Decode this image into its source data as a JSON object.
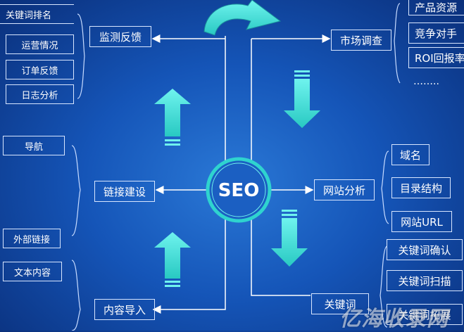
{
  "center": {
    "label": "SEO"
  },
  "nodes": {
    "monitor_feedback": "监测反馈",
    "market_research": "市场调查",
    "link_building": "链接建设",
    "site_analysis": "网站分析",
    "content_import": "内容导入",
    "keywords": "关键词"
  },
  "monitor_items": [
    "关键词排名",
    "运营情况",
    "订单反馈",
    "日志分析"
  ],
  "market_items": [
    "产品资源",
    "竞争对手",
    "ROI回报率"
  ],
  "market_more": "……..",
  "link_items": [
    "导航",
    "外部链接"
  ],
  "content_items": [
    "文本内容"
  ],
  "site_items": [
    "域名",
    "目录结构",
    "网站URL"
  ],
  "keyword_items": [
    "关键词确认",
    "关键词扫描",
    "关键词拓展"
  ],
  "watermark": "亿海收录网",
  "colors": {
    "background": "#1555b8",
    "arrow_fill": "#3ee0d8",
    "line": "#ffffff",
    "box_border": "#d8e6ff"
  }
}
